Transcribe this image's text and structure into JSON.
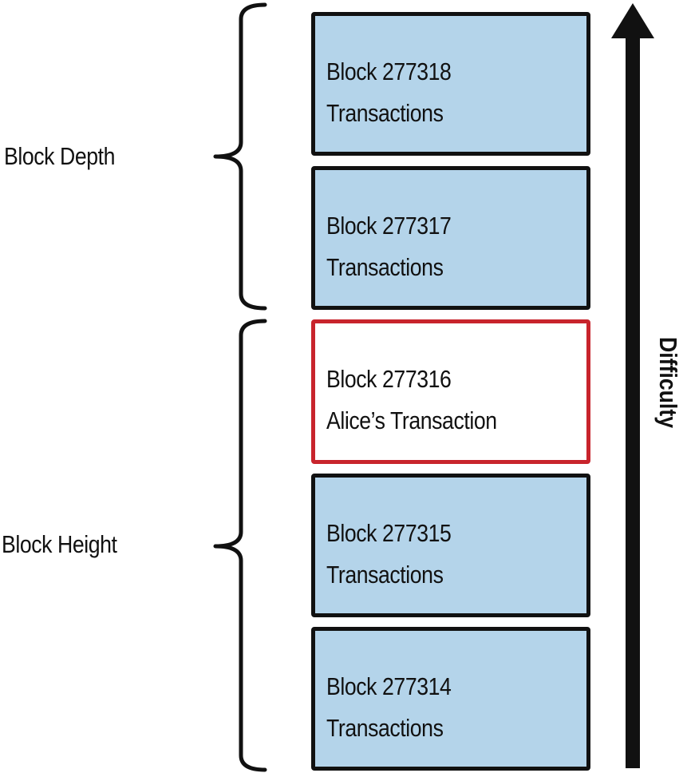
{
  "colors": {
    "block_fill": "#b4d4ea",
    "highlight_border": "#c8242c",
    "highlight_fill": "#ffffff",
    "stroke": "#111111"
  },
  "labels": {
    "block_depth": "Block Depth",
    "block_height": "Block Height",
    "difficulty": "Difficulty"
  },
  "blocks": [
    {
      "title": "Block 277318",
      "subtitle": "Transactions"
    },
    {
      "title": "Block 277317",
      "subtitle": "Transactions"
    },
    {
      "title": "Block 277316",
      "subtitle": "Alice’s Transaction",
      "highlighted": true
    },
    {
      "title": "Block 277315",
      "subtitle": "Transactions"
    },
    {
      "title": "Block 277314",
      "subtitle": "Transactions"
    }
  ],
  "icons": [
    "left-brace-icon",
    "up-arrow-icon"
  ]
}
